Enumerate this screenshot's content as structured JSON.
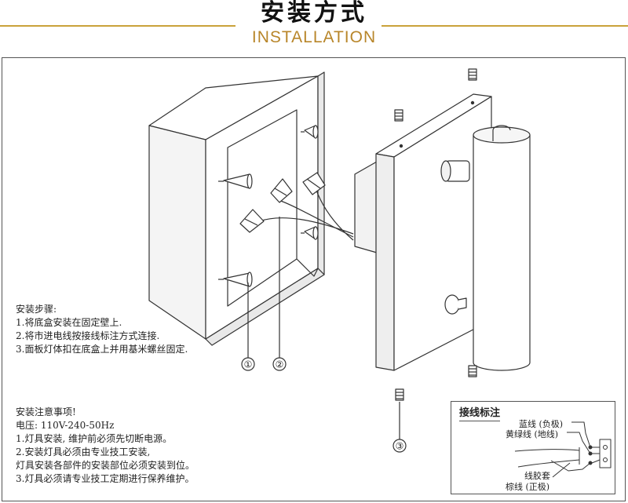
{
  "header": {
    "title_cn": "安装方式",
    "title_en": "INSTALLATION"
  },
  "steps": {
    "heading": "安装步骤:",
    "items": [
      "1.将底盒安装在固定壁上.",
      "2.将市进电线按接线标注方式连接.",
      "3.面板灯体扣在底盒上并用基米螺丝固定."
    ]
  },
  "notes": {
    "heading": "安装注意事项!",
    "voltage": "电压: 110V-240-50Hz",
    "items": [
      "1.灯具安装, 维护前必须先切断电源。",
      "2.安装灯具必须由专业技工安装,",
      "灯具安装各部件的安装部位必须安装到位。",
      "3.灯具必须请专业技工定期进行保养维护。"
    ]
  },
  "callouts": [
    "①",
    "②",
    "③"
  ],
  "wiring": {
    "title": "接线标注",
    "blue": "蓝线 (负极)",
    "yellow_green": "黄绿线 (地线)",
    "sleeve": "线胶套",
    "brown": "棕线 (正极)"
  },
  "colors": {
    "accent_gold": "#caa23a",
    "title_gold": "#b8862a",
    "line": "#333333"
  }
}
